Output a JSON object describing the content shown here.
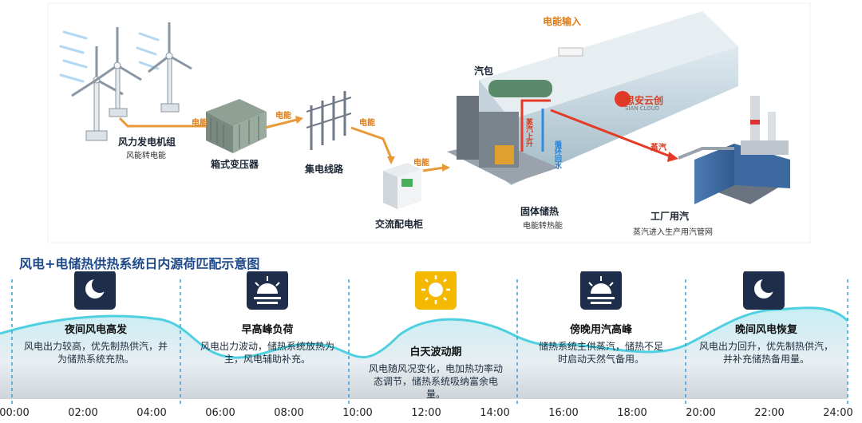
{
  "diagram": {
    "turbine_label": "风力发电机组",
    "turbine_sub": "风能转电能",
    "transformer_label": "箱式变压器",
    "collector_label": "集电线路",
    "ac_cabinet_label": "交流配电柜",
    "storage_label": "固体储热",
    "storage_sub": "电能转热能",
    "factory_label": "工厂用汽",
    "factory_sub": "蒸汽进入生产用汽管网",
    "drum_label": "汽包",
    "power_input_label": "电能输入",
    "flow_power": "电能",
    "flow_steam": "蒸汽",
    "steam_rise": "蒸汽上升",
    "circulating_water": "循环回水",
    "brand": "思安云创",
    "brand_sub": "SIAN CLOUD"
  },
  "timeline": {
    "title": "风电+电储热供热系统日内源荷匹配示意图",
    "ticks": [
      "00:00",
      "02:00",
      "04:00",
      "06:00",
      "08:00",
      "10:00",
      "12:00",
      "14:00",
      "16:00",
      "18:00",
      "20:00",
      "22:00",
      "24:00"
    ],
    "phases": [
      {
        "icon": "moon-icon",
        "title": "夜间风电高发",
        "text": "风电出力较高，优先制热供汽，并为储热系统充热。"
      },
      {
        "icon": "sunrise-icon",
        "title": "早高峰负荷",
        "text": "风电出力波动，储热系统放热为主，风电辅助补充。"
      },
      {
        "icon": "sun-icon",
        "title": "白天波动期",
        "text": "风电随风况变化，电加热功率动态调节，储热系统吸纳富余电量。"
      },
      {
        "icon": "sunset-icon",
        "title": "傍晚用汽高峰",
        "text": "储热系统主供蒸汽，储热不足时启动天然气备用。"
      },
      {
        "icon": "moon-icon",
        "title": "晚间风电恢复",
        "text": "风电出力回升，优先制热供汽，并补充储热备用量。"
      }
    ]
  },
  "colors": {
    "accent": "#1f4a8a",
    "power_flow": "#e07b12",
    "steam": "#d83a1e",
    "water": "#1f7fd6",
    "wave": "#4fd0e0",
    "icon_bg": "#1e2e4a",
    "sun_bg": "#f5b800"
  }
}
